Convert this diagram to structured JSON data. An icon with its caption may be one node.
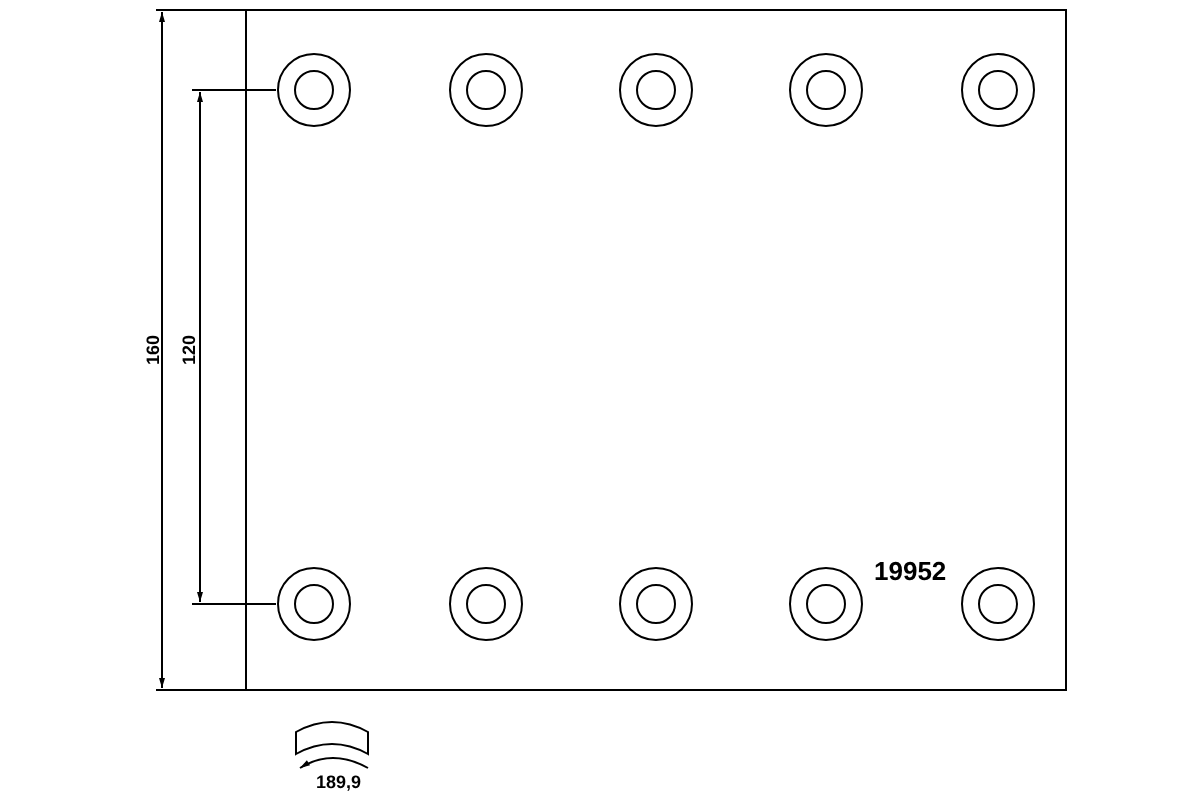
{
  "diagram": {
    "labels": [
      "160",
      "120",
      "19952",
      "189,9"
    ]
  }
}
